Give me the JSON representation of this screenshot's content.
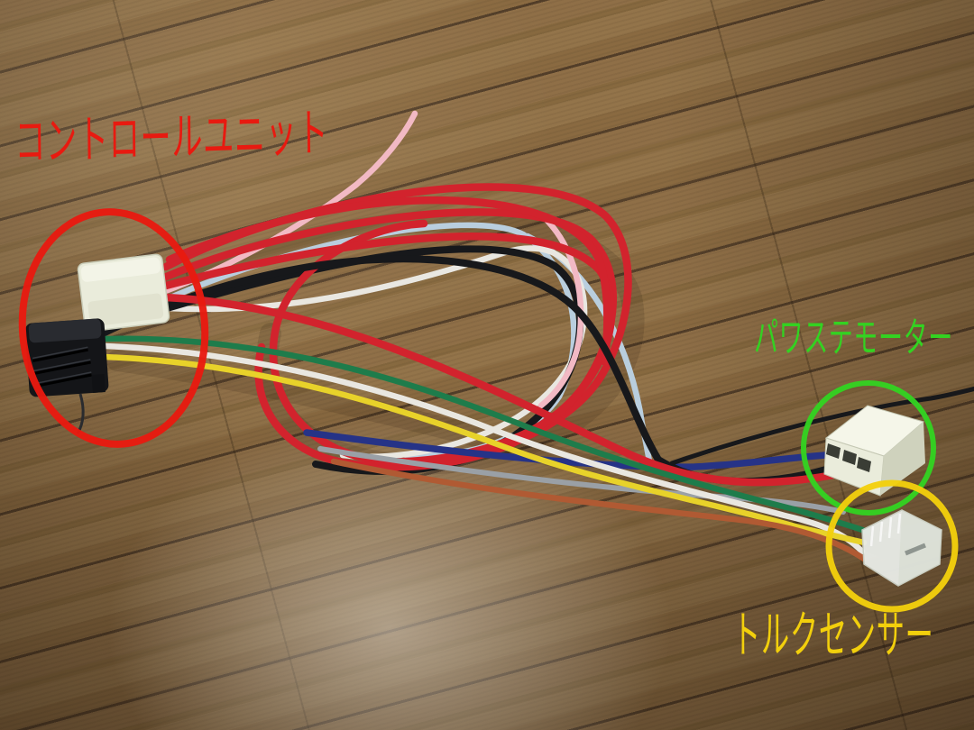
{
  "photo": {
    "annotations": [
      {
        "id": "control-unit",
        "label": "コントロールユニット",
        "color": "#e81a10"
      },
      {
        "id": "power-steering-motor",
        "label": "パワステモーター",
        "color": "#33d221"
      },
      {
        "id": "torque-sensor",
        "label": "トルクセンサー",
        "color": "#f2cf0c"
      }
    ],
    "colors": {
      "wire_red": "#d2232d",
      "wire_black": "#17181b",
      "wire_pink": "#f2b9c4",
      "wire_light_blue": "#b9cede",
      "wire_white": "#e9e7e1",
      "wire_green": "#1e7c4b",
      "wire_yellow": "#e8d22a",
      "wire_blue": "#263387",
      "wire_gray": "#9aa0a6",
      "wire_brown": "#b05a33",
      "connector_white": "#eaecdb",
      "connector_white_light": "#f5f6e9",
      "connector_white_shadow": "#cfd2bd",
      "connector_black": "#141518",
      "connector_clear": "#e8ebe6"
    }
  }
}
